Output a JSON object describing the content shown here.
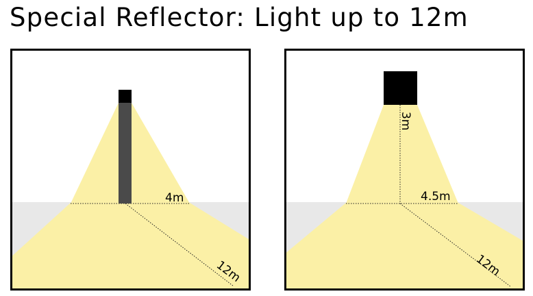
{
  "title": "Special Reflector: Light up to 12m",
  "colors": {
    "light_cone": "#fbf0a6",
    "ground": "#e8e8e8",
    "frame": "#000000",
    "fixture_head": "#000000",
    "pole": "#4a4a4a"
  },
  "panels": [
    {
      "mount": "pole",
      "radius_label": "4m",
      "distance_label": "12m"
    },
    {
      "mount": "ceiling",
      "height_label": "3m",
      "radius_label": "4.5m",
      "distance_label": "12m"
    }
  ]
}
